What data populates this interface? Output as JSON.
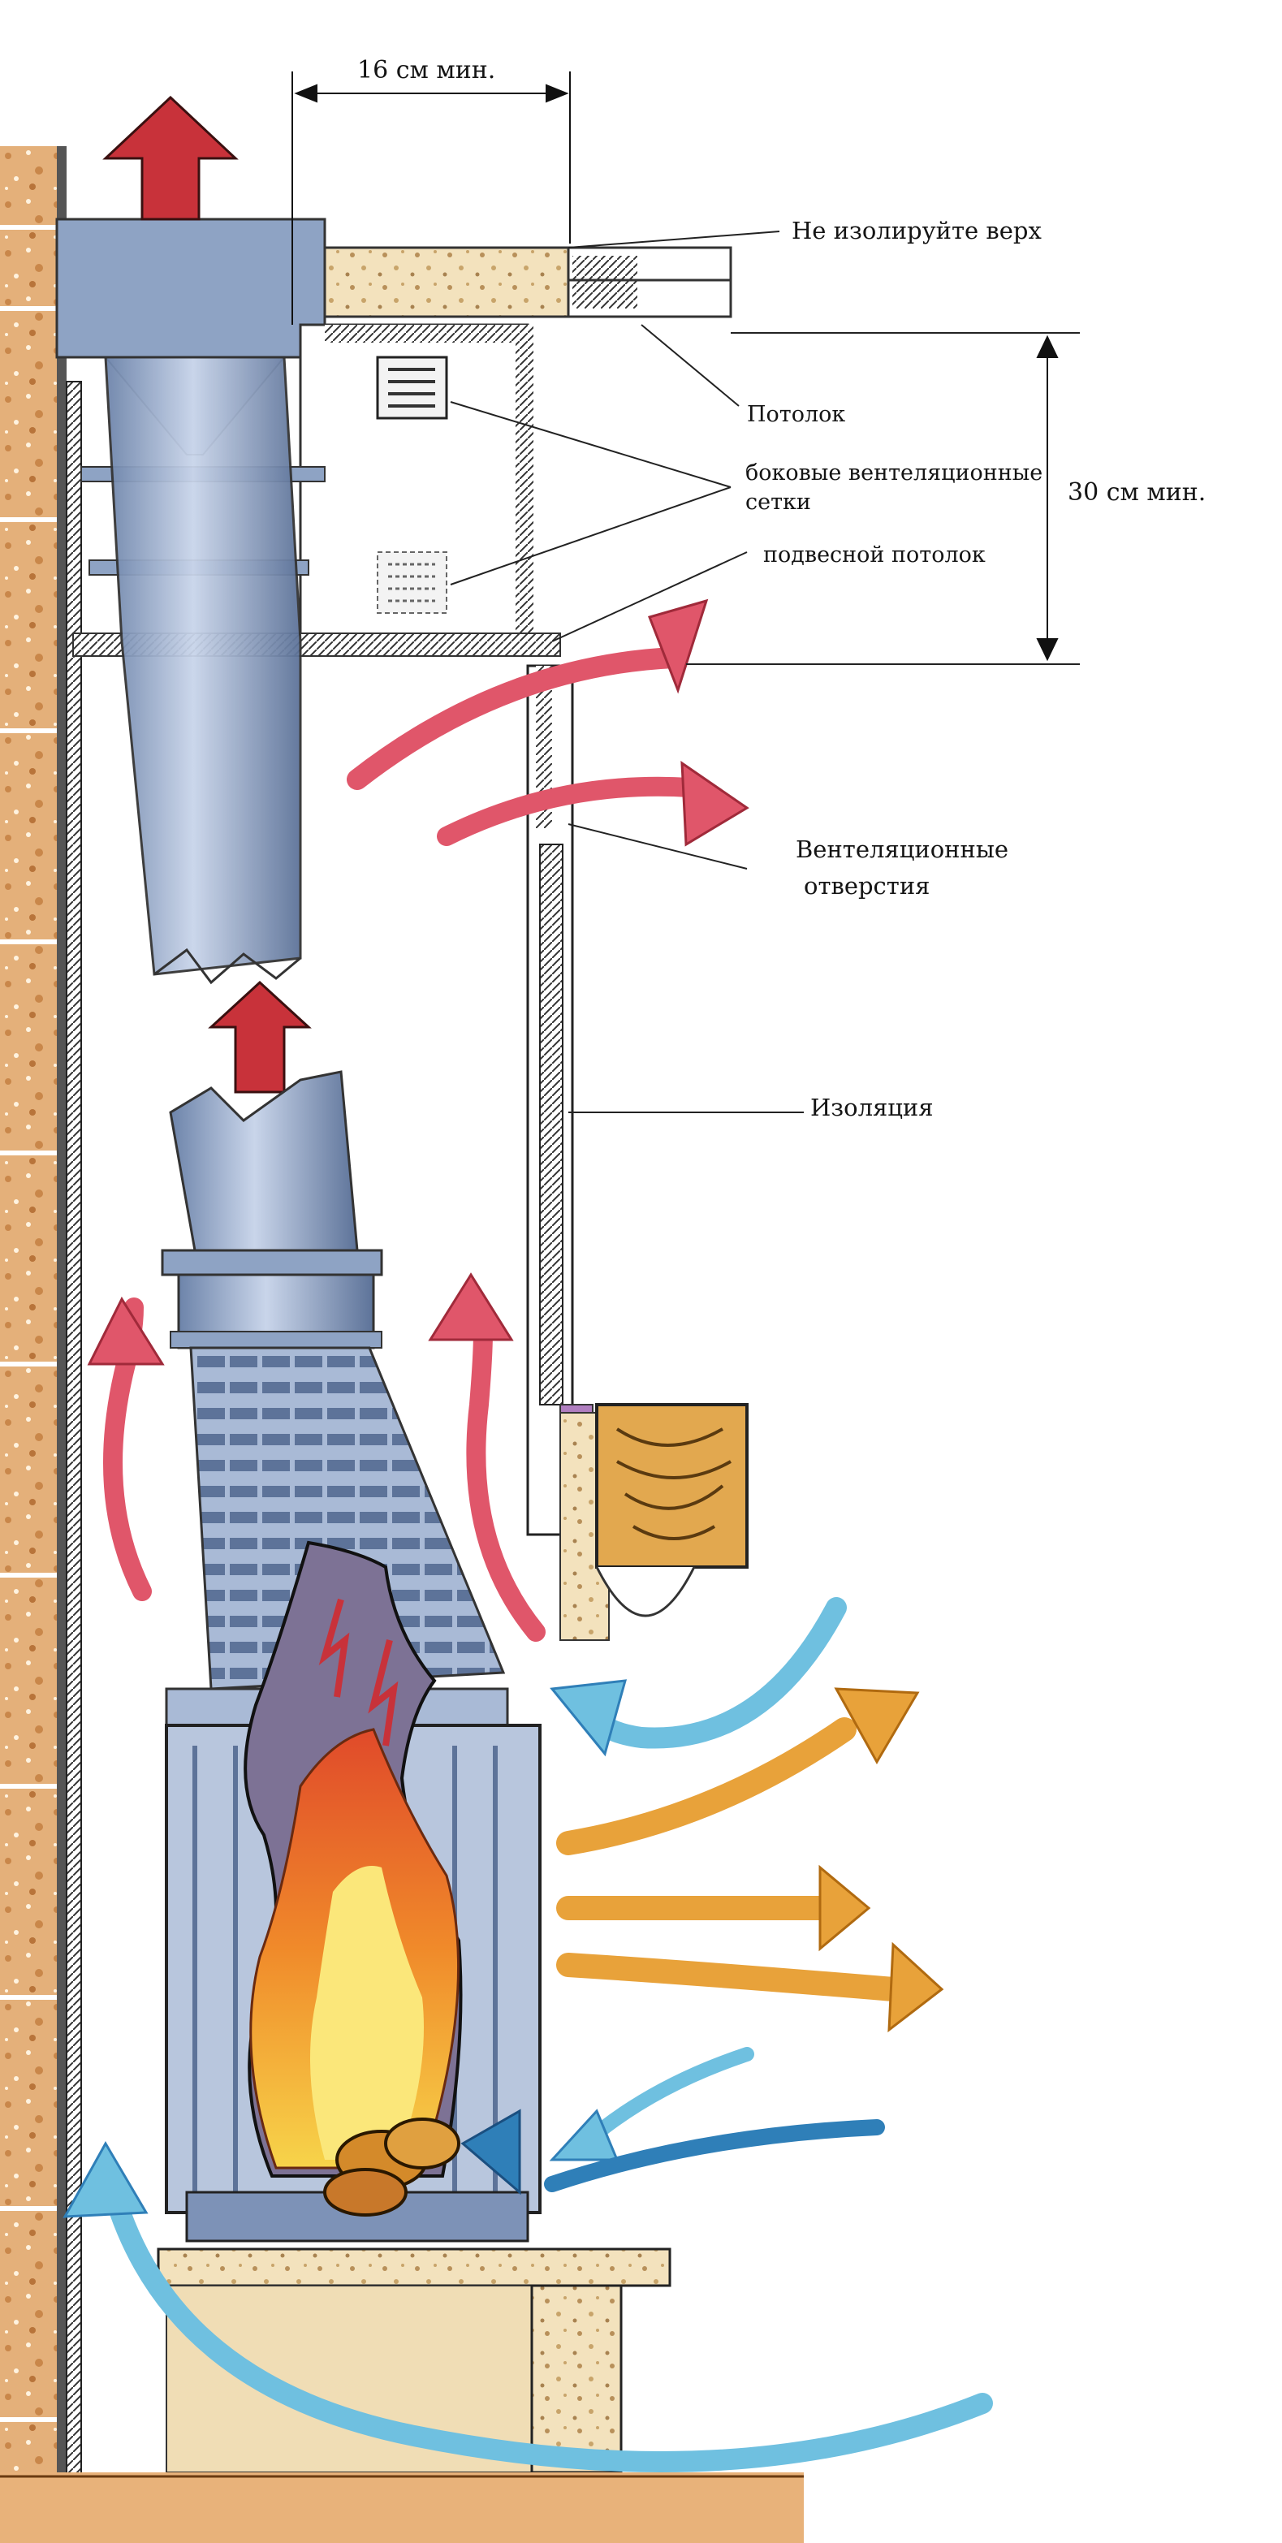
{
  "dimensions": {
    "width_min": "16 см мин.",
    "height_min": "30 см мин."
  },
  "labels": {
    "no_insulate_top": "Не изолируйте верх",
    "ceiling": "Потолок",
    "side_vent_grilles_line1": "боковые вентеляционные",
    "side_vent_grilles_line2": "сетки",
    "suspended_ceiling": "подвесной потолок",
    "vent_openings_line1": "Вентеляционные",
    "vent_openings_line2": "отверстия",
    "insulation": "Изоляция"
  },
  "colors": {
    "brick": "#d99a5e",
    "brick_dark": "#b8743a",
    "metal": "#8ea3c4",
    "metal_dark": "#5d7399",
    "hot_air": "#e0566a",
    "warm_radiant": "#e8a23a",
    "cold_air": "#6fc0e0",
    "cold_air_dark": "#2f7fb8",
    "wood": "#e2a84f",
    "flame_orange": "#f08a2a",
    "flame_yellow": "#f7d44a",
    "smoke_purple": "#8e6aa0",
    "concrete": "#f0ddb5"
  }
}
